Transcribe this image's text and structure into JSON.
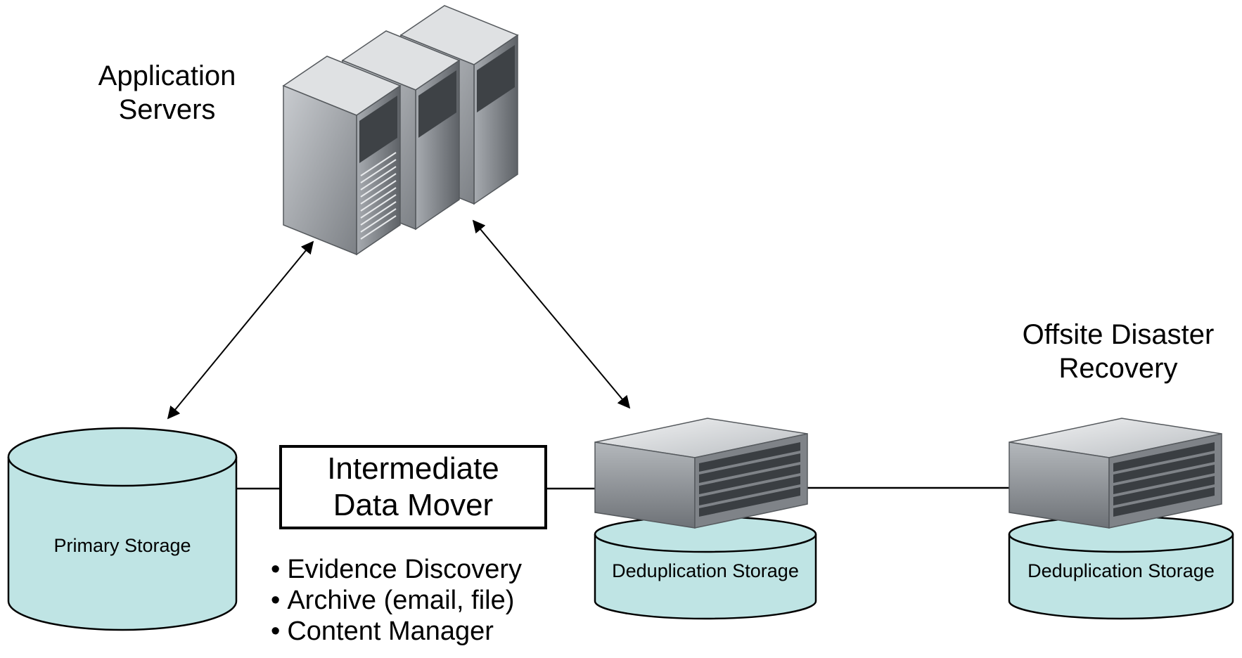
{
  "labels": {
    "app_servers_line1": "Application",
    "app_servers_line2": "Servers",
    "offsite_line1": "Offsite Disaster",
    "offsite_line2": "Recovery",
    "primary_storage": "Primary Storage",
    "mover_line1": "Intermediate",
    "mover_line2": "Data Mover",
    "dedup_storage_1": "Deduplication Storage",
    "dedup_storage_2": "Deduplication Storage"
  },
  "features": [
    "Evidence Discovery",
    "Archive (email, file)",
    "Content Manager"
  ],
  "colors": {
    "storage_fill": "#bfe4e4",
    "line": "#000000",
    "server_metal": "#9ea2a6"
  },
  "icons": [
    "server-tower-icon",
    "storage-array-icon",
    "cylinder-storage-icon"
  ]
}
